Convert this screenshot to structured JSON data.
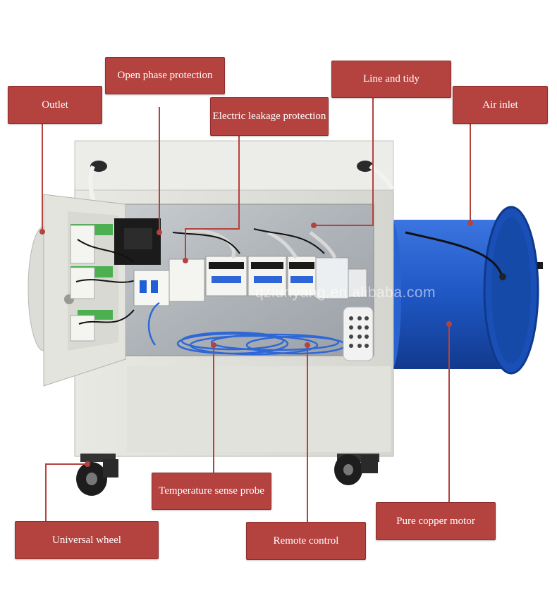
{
  "labels": {
    "outlet": "Outlet",
    "open_phase": "Open phase protection",
    "leakage": "Electric leakage protection",
    "line_tidy": "Line and tidy",
    "air_inlet": "Air inlet",
    "temp_probe": "Temperature sense probe",
    "universal_wheel": "Universal wheel",
    "remote_control": "Remote control",
    "copper_motor": "Pure copper motor"
  },
  "watermark": "qzlunyang.en.alibaba.com",
  "colors": {
    "label_bg": "#b4423f",
    "cabinet": "#e6e6e1",
    "fan_blue": "#1f57c4",
    "cable_blue": "#2f68d6"
  }
}
